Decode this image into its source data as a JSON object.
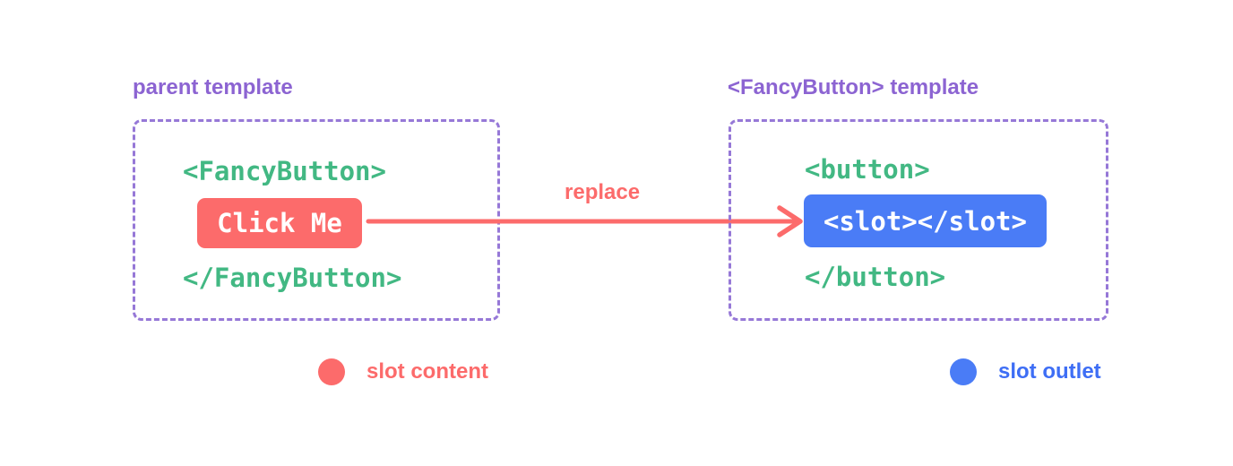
{
  "colors": {
    "slot_content_red": "#fc6b6b",
    "slot_outlet_blue": "#4a7cf6",
    "code_green": "#42b883",
    "label_purple": "#8c64d2",
    "border_purple": "#9678d7",
    "background": "#ffffff"
  },
  "parent_panel": {
    "label": "parent template",
    "open_tag": "<FancyButton>",
    "button_text": "Click Me",
    "close_tag": "</FancyButton>"
  },
  "arrow": {
    "label": "replace"
  },
  "fancy_panel": {
    "label": "<FancyButton> template",
    "open_tag": "<button>",
    "slot_text": "<slot></slot>",
    "close_tag": "</button>"
  },
  "legend": {
    "slot_content": "slot content",
    "slot_outlet": "slot outlet"
  }
}
